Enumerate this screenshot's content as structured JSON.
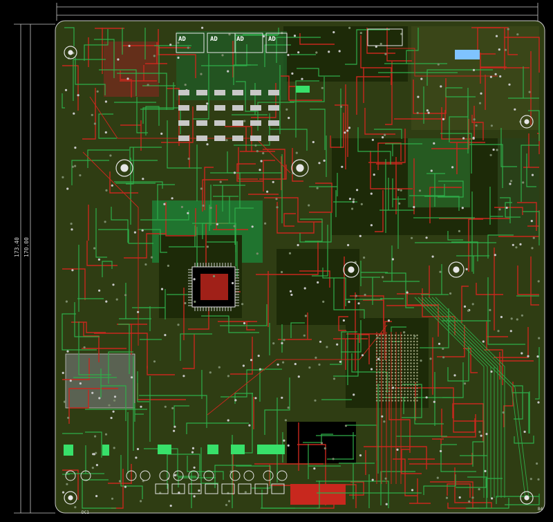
{
  "view": {
    "type": "pcb-layout",
    "colors": {
      "background": "#000000",
      "board": "#2f3d13",
      "board_dark": "#1d2a08",
      "copper_top": "#c8281e",
      "copper_bottom": "#1e8f3a",
      "trace_green": "#2fae4a",
      "silk": "#e6e6e6",
      "pad": "#b0b0b0",
      "dimension": "#c8c8c8",
      "highlight_green": "#38e06a",
      "highlight_blue": "#7fc3ff"
    }
  },
  "dimensions": {
    "vertical_outer": "173.40",
    "vertical_inner": "170.00"
  },
  "refdes": {
    "u1": "AD",
    "u2": "AD",
    "u3": "AD",
    "u4": "AD",
    "bottom_left": "DC1",
    "bottom_right": "B4"
  },
  "icons": {
    "mounting_hole": "mounting-hole-icon",
    "fiducial": "fiducial-icon"
  }
}
